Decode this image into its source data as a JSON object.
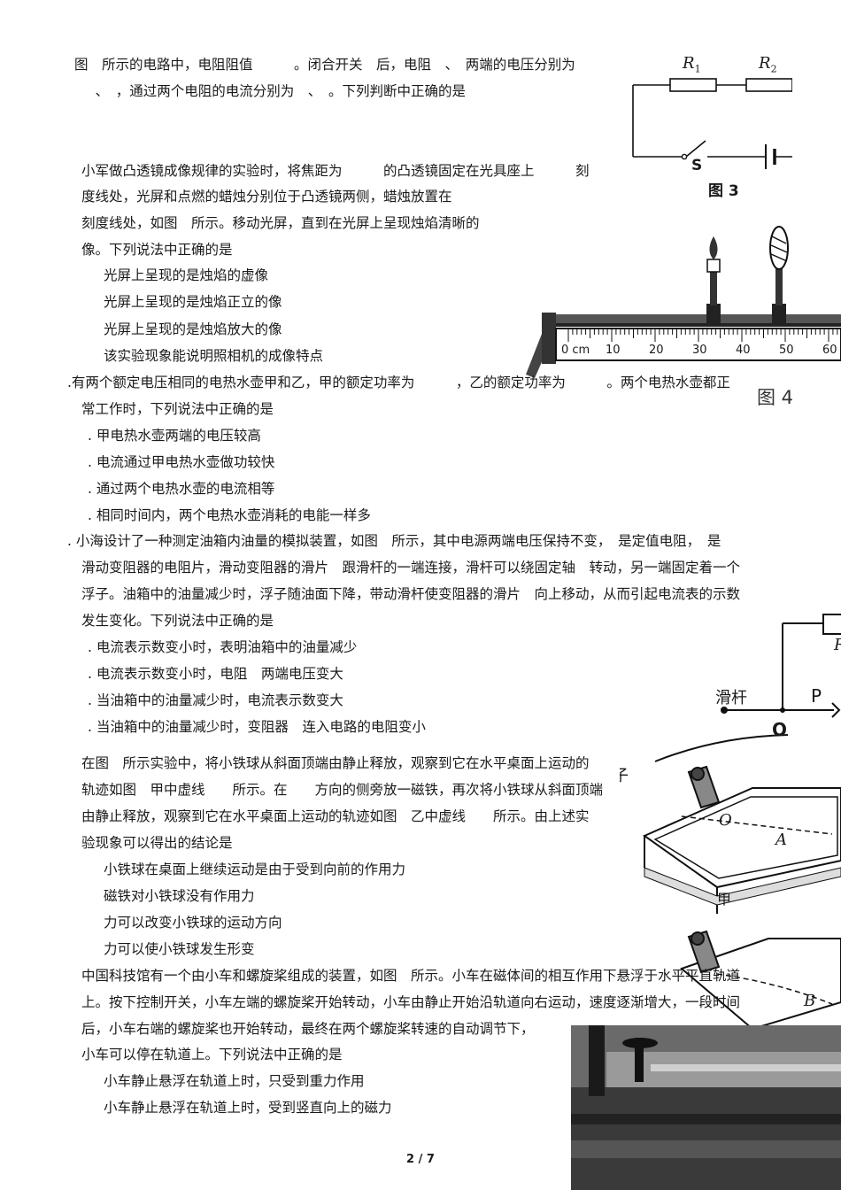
{
  "q1": {
    "l1": "图　所示的电路中，电阻阻值　　　。闭合开关　后，电阻　、　两端的电压分别为",
    "l2": "　、　，通过两个电阻的电流分别为　、　。下列判断中正确的是"
  },
  "fig3": {
    "r1": "R",
    "r1sub": "1",
    "r2": "R",
    "r2sub": "2",
    "s": "S",
    "caption": "图 3"
  },
  "q2": {
    "l1": "小军做凸透镜成像规律的实验时，将焦距为　　　的凸透镜固定在光具座上　　　刻",
    "l2": "度线处，光屏和点燃的蜡烛分别位于凸透镜两侧，蜡烛放置在",
    "l3": "刻度线处，如图　所示。移动光屏，直到在光屏上呈现烛焰清晰的",
    "l4": "像。下列说法中正确的是",
    "options": [
      "光屏上呈现的是烛焰的虚像",
      "光屏上呈现的是烛焰正立的像",
      "光屏上呈现的是烛焰放大的像",
      "该实验现象能说明照相机的成像特点"
    ]
  },
  "fig4": {
    "scale_labels": [
      "0 cm",
      "10",
      "20",
      "30",
      "40",
      "50",
      "60"
    ],
    "caption": "图 4"
  },
  "q3": {
    "l1": ".有两个额定电压相同的电热水壶甲和乙，甲的额定功率为　　　，乙的额定功率为　　　。两个电热水壶都正",
    "l2": "常工作时，下列说法中正确的是",
    "options": [
      ". 甲电热水壶两端的电压较高",
      ". 电流通过甲电热水壶做功较快",
      ". 通过两个电热水壶的电流相等",
      ". 相同时间内，两个电热水壶消耗的电能一样多"
    ]
  },
  "q4": {
    "l1": ". 小海设计了一种测定油箱内油量的模拟装置，如图　所示，其中电源两端电压保持不变，　是定值电阻，　是",
    "l2": "滑动变阻器的电阻片，滑动变阻器的滑片　跟滑杆的一端连接，滑杆可以绕固定轴　转动，另一端固定着一个",
    "l3": "浮子。油箱中的油量减少时，浮子随油面下降，带动滑杆使变阻器的滑片　向上移动，从而引起电流表的示数",
    "l4": "发生变化。下列说法中正确的是",
    "options": [
      ". 电流表示数变小时，表明油箱中的油量减少",
      ". 电流表示数变小时，电阻　两端电压变大",
      ". 当油箱中的油量减少时，电流表示数变大",
      ". 当油箱中的油量减少时，变阻器　连入电路的电阻变小"
    ]
  },
  "fig5": {
    "rod": "滑杆",
    "p": "P",
    "o": "O",
    "float": "浮子",
    "r": "R"
  },
  "q5": {
    "l1": "在图　所示实验中，将小铁球从斜面顶端由静止释放，观察到它在水平桌面上运动的",
    "l2": "轨迹如图　甲中虚线　　所示。在　　方向的侧旁放一磁铁，再次将小铁球从斜面顶端",
    "l3": "由静止释放，观察到它在水平桌面上运动的轨迹如图　乙中虚线　　所示。由上述实",
    "l4": "验现象可以得出的结论是",
    "options": [
      "小铁球在桌面上继续运动是由于受到向前的作用力",
      "磁铁对小铁球没有作用力",
      "力可以改变小铁球的运动方向",
      "力可以使小铁球发生形变"
    ]
  },
  "fig6": {
    "o": "O",
    "a": "A",
    "jia": "甲",
    "b": "B"
  },
  "q6": {
    "l1": "中国科技馆有一个由小车和螺旋桨组成的装置，如图　所示。小车在磁体间的相互作用下悬浮于水平平直轨道",
    "l2": "上。按下控制开关，小车左端的螺旋桨开始转动，小车由静止开始沿轨道向右运动，速度逐渐增大，一段时间",
    "l3": "后，小车右端的螺旋桨也开始转动，最终在两个螺旋桨转速的自动调节下，",
    "l4": "小车可以停在轨道上。下列说法中正确的是",
    "options": [
      "小车静止悬浮在轨道上时，只受到重力作用",
      "小车静止悬浮在轨道上时，受到竖直向上的磁力"
    ]
  },
  "footer": {
    "page": "2 / 7"
  }
}
